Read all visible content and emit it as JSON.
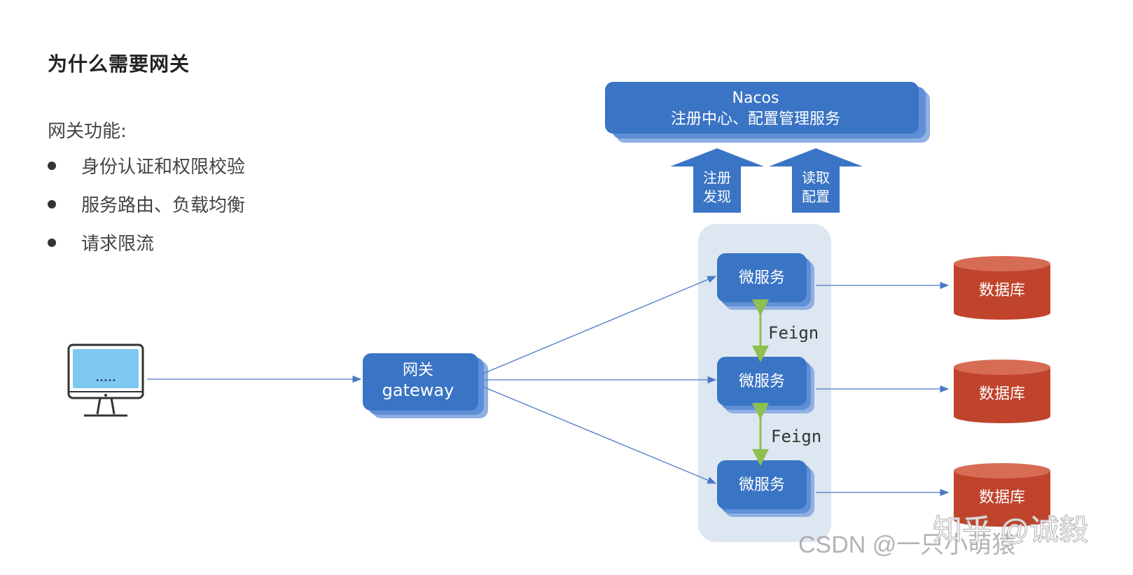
{
  "header": {
    "title": "为什么需要网关",
    "features_label": "网关功能:",
    "features": [
      "身份认证和权限校验",
      "服务路由、负载均衡",
      "请求限流"
    ]
  },
  "diagram": {
    "nacos": {
      "line1": "Nacos",
      "line2": "注册中心、配置管理服务"
    },
    "arrow_register": {
      "line1": "注册",
      "line2": "发现"
    },
    "arrow_config": {
      "line1": "读取",
      "line2": "配置"
    },
    "gateway": {
      "line1": "网关",
      "line2": "gateway"
    },
    "microservices": [
      "微服务",
      "微服务",
      "微服务"
    ],
    "feign_labels": [
      "Feign",
      "Feign"
    ],
    "databases": [
      "数据库",
      "数据库",
      "数据库"
    ],
    "client_icon": "computer-monitor-icon"
  },
  "watermarks": {
    "csdn": "CSDN @一只小萌猿",
    "zhihu": "知乎 @诚毅"
  },
  "colors": {
    "box_blue": "#3a74c4",
    "box_shadow_blue": "#6f9be0",
    "cluster_bg": "#dde7f1",
    "database_red": "#c0432b",
    "feign_green": "#8fbf4f",
    "link_blue": "#4a78c6"
  }
}
